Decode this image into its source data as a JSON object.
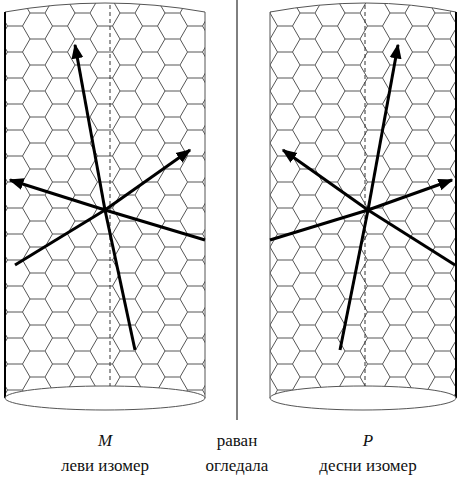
{
  "diagram": {
    "labels": [
      "M",
      "леви изомер",
      "раван огледала",
      "P",
      "десни изомер"
    ]
  }
}
